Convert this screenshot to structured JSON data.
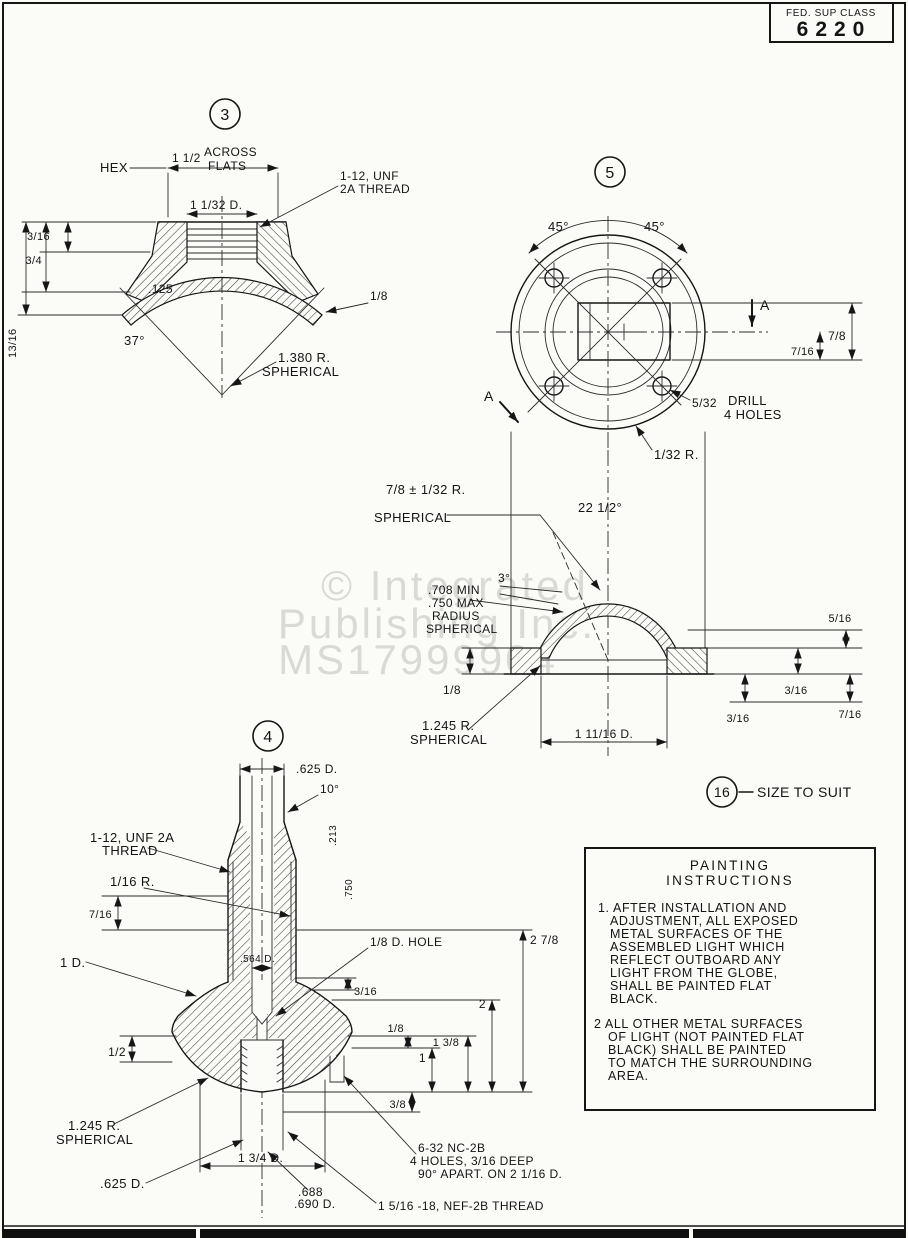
{
  "page": {
    "fed_sup_class_label": "FED. SUP CLASS",
    "fed_sup_class_value": "6220"
  },
  "watermark": {
    "line1": "© Integrated",
    "line2": "Publishing Inc.",
    "line3": "MS17999904"
  },
  "detail3": {
    "balloon": "3",
    "hex": "HEX",
    "across_flats_value": "1 1/2",
    "across_line1": "ACROSS",
    "across_line2": "FLATS",
    "thread1": "1-12, UNF",
    "thread2": "2A THREAD",
    "bore_dia": "1 1/32 D.",
    "d3_16": "3/16",
    "d3_4": "3/4",
    "d13_16": "13/16",
    "d125": ".125",
    "a37": "37°",
    "r1380": "1.380 R.",
    "r1380b": "SPHERICAL",
    "d1_8": "1/8"
  },
  "detail5": {
    "balloon": "5",
    "a45l": "45°",
    "a45r": "45°",
    "secA1": "A",
    "secA2": "A",
    "d7_8": "7/8",
    "d7_16": "7/16",
    "drill_frac": "5/32",
    "drill1": "DRILL",
    "drill2": "4 HOLES",
    "r1_32": "1/32 R.",
    "sph_r1": "7/8 ± 1/32 R.",
    "sph_r2": "SPHERICAL",
    "a22": "22 1/2°",
    "a3": "3°",
    "rad1": ".708 MIN",
    "rad2": ".750 MAX",
    "rad3": "RADIUS",
    "rad4": "SPHERICAL",
    "d5_16": "5/16",
    "d1_8": "1/8",
    "d3_16a": "3/16",
    "d7_16b": "7/16",
    "d3_16b": "3/16",
    "r1245a": "1.245 R.",
    "r1245b": "SPHERICAL",
    "dia": "1 11/16 D."
  },
  "detail16": {
    "balloon": "16",
    "label": "SIZE TO SUIT"
  },
  "detail4": {
    "balloon": "4",
    "dia625top": ".625 D.",
    "a10": "10°",
    "d213": ".213",
    "thread1": "1-12, UNF 2A",
    "thread2": "THREAD",
    "r1_16": "1/16 R.",
    "d750": ".750",
    "d7_16": "7/16",
    "hole1_8": "1/8 D. HOLE",
    "dia564": ".564 D.",
    "dia1": "1 D.",
    "d3_16": "3/16",
    "d2_7_8": "2 7/8",
    "d2": "2",
    "d1_3_8": "1 3/8",
    "d1": "1",
    "d1_8": "1/8",
    "d1_2": "1/2",
    "d3_8": "3/8",
    "r1245a": "1.245 R.",
    "r1245b": "SPHERICAL",
    "holes1": "6-32 NC-2B",
    "holes2": "4 HOLES, 3/16 DEEP",
    "holes3": "90° APART. ON 2 1/16 D.",
    "dia1_3_4": "1 3/4 D.",
    "dia625bot": ".625 D.",
    "dia688": ".688",
    "dia690": ".690 D.",
    "nef": "1 5/16 -18, NEF-2B THREAD"
  },
  "painting": {
    "title1": "PAINTING",
    "title2": "INSTRUCTIONS",
    "para1": [
      "1. AFTER INSTALLATION AND",
      "ADJUSTMENT, ALL EXPOSED",
      "METAL SURFACES OF THE",
      "ASSEMBLED LIGHT WHICH",
      "REFLECT OUTBOARD ANY",
      "LIGHT FROM THE GLOBE,",
      "SHALL BE PAINTED FLAT",
      "BLACK."
    ],
    "para2": [
      "2 ALL OTHER METAL SURFACES",
      "OF LIGHT (NOT PAINTED FLAT",
      "BLACK) SHALL BE PAINTED",
      "TO MATCH THE SURROUNDING",
      "AREA."
    ]
  }
}
